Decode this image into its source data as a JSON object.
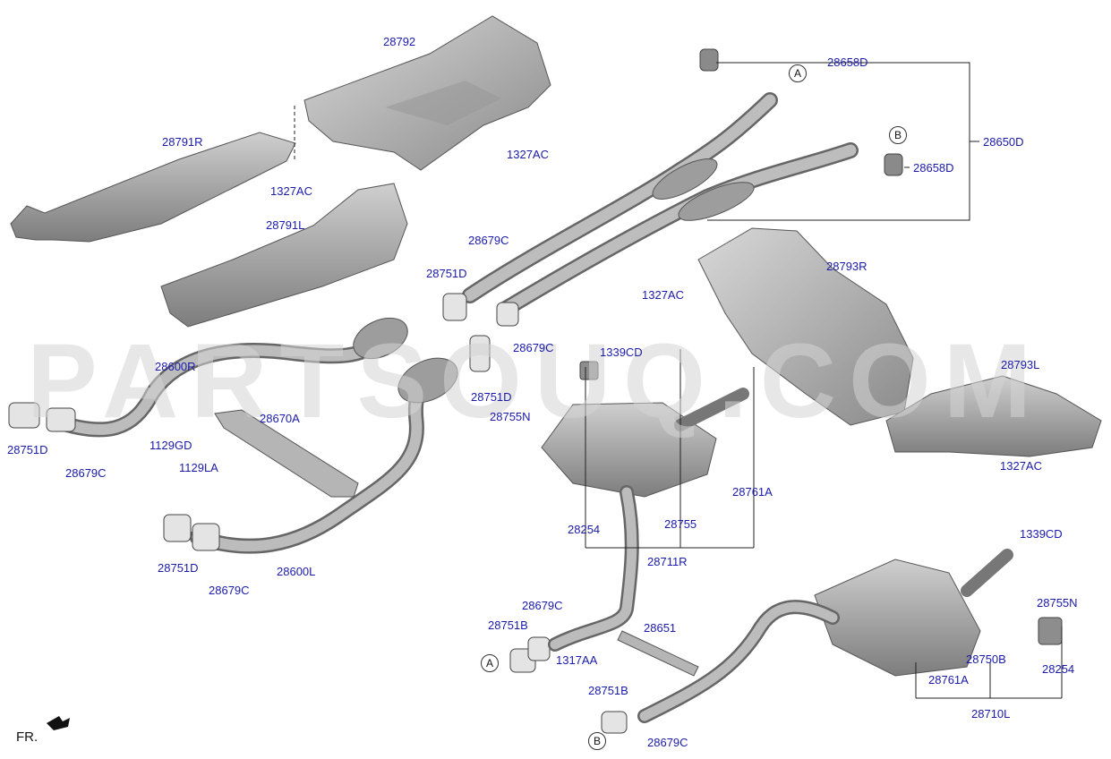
{
  "watermark": "PARTSOUQ.COM",
  "orientation_label": "FR.",
  "ref_markers": {
    "a": "A",
    "b": "B"
  },
  "labels": {
    "p28792": "28792",
    "p28791R": "28791R",
    "p1327AC_a": "1327AC",
    "p1327AC_b": "1327AC",
    "p1327AC_c": "1327AC",
    "p1327AC_d": "1327AC",
    "p28791L": "28791L",
    "p28658D_a": "28658D",
    "p28658D_b": "28658D",
    "p28650D": "28650D",
    "p28679C_a": "28679C",
    "p28679C_b": "28679C",
    "p28679C_c": "28679C",
    "p28679C_d": "28679C",
    "p28679C_e": "28679C",
    "p28679C_f": "28679C",
    "p28751D_a": "28751D",
    "p28751D_b": "28751D",
    "p28751D_c": "28751D",
    "p28751D_d": "28751D",
    "p28793R": "28793R",
    "p28793L": "28793L",
    "p1339CD_a": "1339CD",
    "p1339CD_b": "1339CD",
    "p28600R": "28600R",
    "p28600L": "28600L",
    "p28670A": "28670A",
    "p1129GD": "1129GD",
    "p1129LA": "1129LA",
    "p28755N_a": "28755N",
    "p28755N_b": "28755N",
    "p28761A_a": "28761A",
    "p28761A_b": "28761A",
    "p28254_a": "28254",
    "p28254_b": "28254",
    "p28755": "28755",
    "p28711R": "28711R",
    "p28751B_a": "28751B",
    "p28751B_b": "28751B",
    "p1317AA": "1317AA",
    "p28651": "28651",
    "p28750B": "28750B",
    "p28710L": "28710L"
  }
}
